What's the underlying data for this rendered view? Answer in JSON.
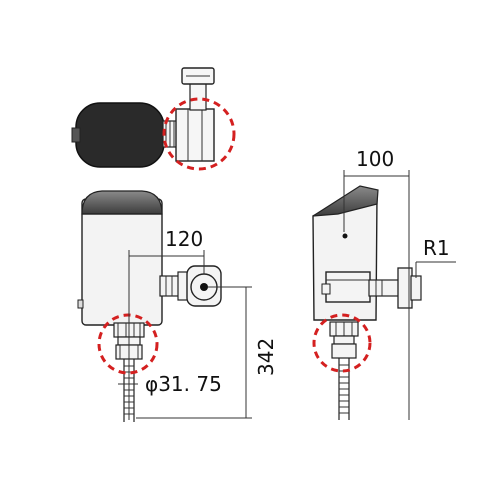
{
  "dimensions": {
    "width_top": "100",
    "offset": "120",
    "height": "342",
    "pipe_diameter": "φ31. 75",
    "thread": "R1"
  },
  "colors": {
    "body_fill": "#f2f2f2",
    "cap_fill": "#666666",
    "sensor_fill": "#222222",
    "highlight": "#d42020"
  }
}
